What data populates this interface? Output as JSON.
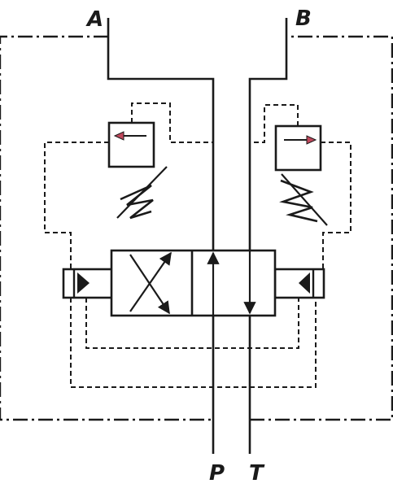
{
  "diagram": {
    "ports": {
      "a": "A",
      "b": "B",
      "p": "P",
      "t": "T"
    },
    "colors": {
      "line": "#1a1a1a",
      "relief_arrow": "#c0485c"
    }
  }
}
